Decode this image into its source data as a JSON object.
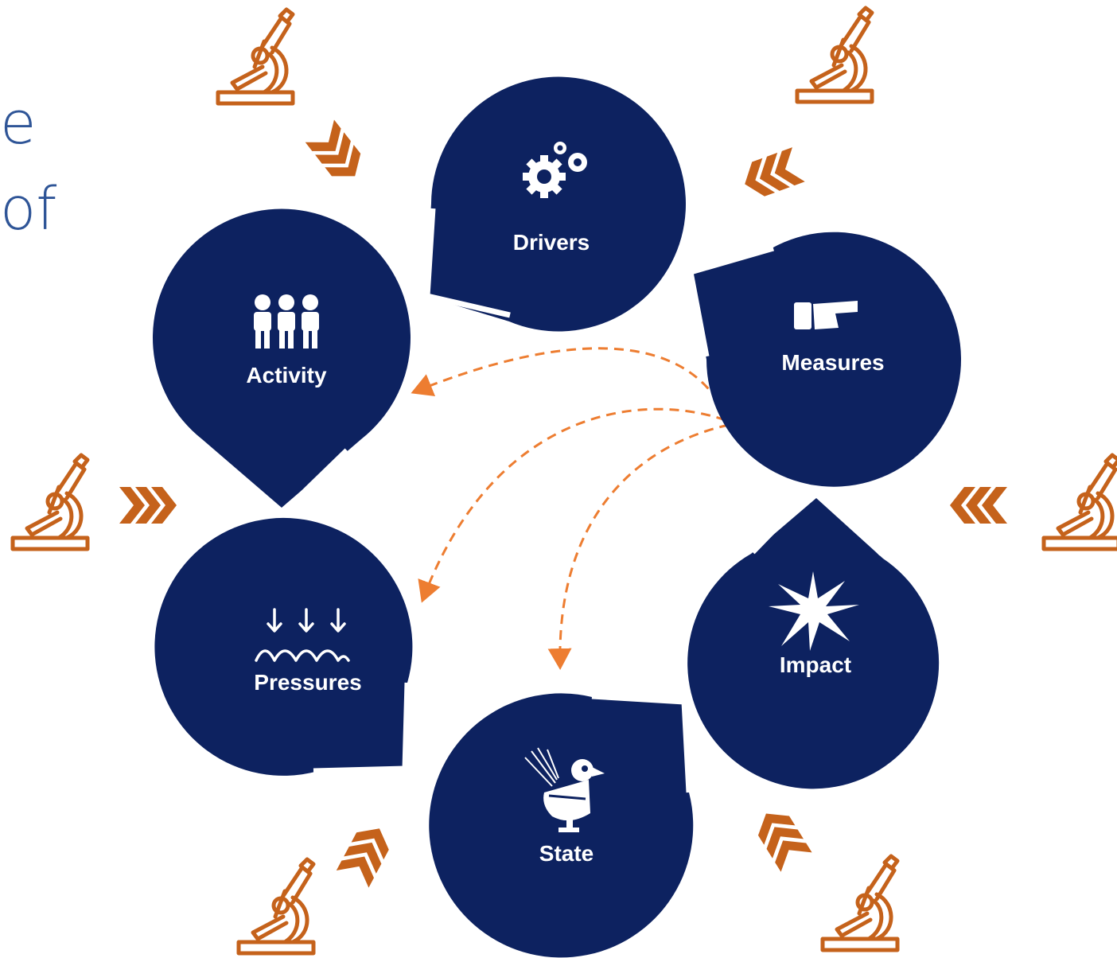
{
  "title": {
    "line1_fragment": "e",
    "line2_fragment": "of"
  },
  "colors": {
    "node_fill": "#0d2260",
    "accent_orange": "#c5621b",
    "arrow_orange": "#ed7d31",
    "title_blue": "#2f5597"
  },
  "nodes": [
    {
      "id": "drivers",
      "label": "Drivers",
      "icon": "gears-icon"
    },
    {
      "id": "activity",
      "label": "Activity",
      "icon": "people-icon"
    },
    {
      "id": "measures",
      "label": "Measures",
      "icon": "pointing-hand-icon"
    },
    {
      "id": "pressures",
      "label": "Pressures",
      "icon": "down-arrows-waves-icon"
    },
    {
      "id": "state",
      "label": "State",
      "icon": "distressed-bird-icon"
    },
    {
      "id": "impact",
      "label": "Impact",
      "icon": "starburst-icon"
    }
  ],
  "cycle_order": [
    "drivers",
    "measures",
    "impact",
    "state",
    "pressures",
    "activity"
  ],
  "feedback_arrows": [
    {
      "from": "measures",
      "to": "activity"
    },
    {
      "from": "measures",
      "to": "pressures"
    },
    {
      "from": "measures",
      "to": "state"
    }
  ],
  "observers": {
    "icon": "microscope-icon",
    "count": 6
  }
}
